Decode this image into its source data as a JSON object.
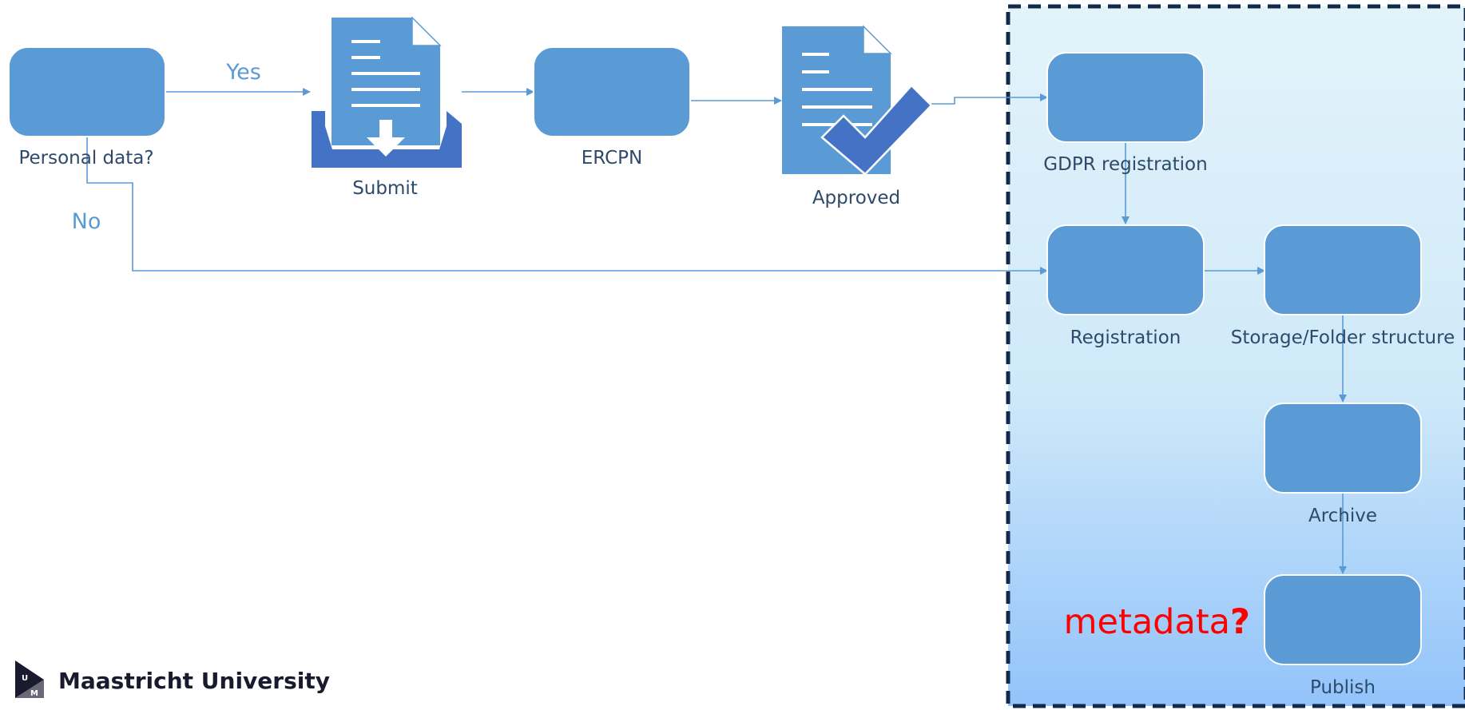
{
  "colors": {
    "node_fill": "#5b9bd5",
    "node_stroke": "#ffffff",
    "connector": "#5b9bd5",
    "label_text": "#2e4a6a",
    "branch_text": "#5b9bd5",
    "container_border": "#13294b",
    "container_top": "#e3f3fa",
    "container_bottom": "#92c3fa",
    "doc_dark": "#4472c4",
    "metadata_text": "#ff0000"
  },
  "nodes": {
    "personal_data": "Personal data?",
    "submit": "Submit",
    "ercpn": "ERCPN",
    "approved": "Approved",
    "gdpr_registration": "GDPR registration",
    "registration": "Registration",
    "storage": "Storage/Folder structure",
    "archive": "Archive",
    "publish": "Publish"
  },
  "branches": {
    "yes": "Yes",
    "no": "No"
  },
  "annotation": {
    "text": "metadata",
    "mark": "?"
  },
  "logo": {
    "name": "Maastricht University"
  }
}
